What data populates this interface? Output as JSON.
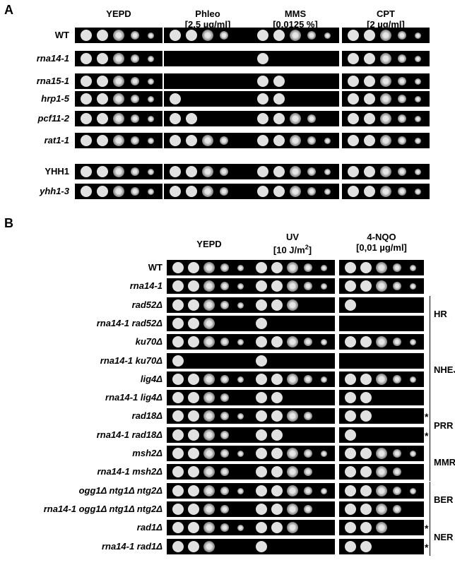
{
  "panel_a": {
    "letter": "A",
    "headers": [
      {
        "line1": "YEPD",
        "line2": ""
      },
      {
        "line1": "Phleo",
        "line2": "[2,5 µg/ml]"
      },
      {
        "line1": "MMS",
        "line2": "[0,0125 %]"
      },
      {
        "line1": "CPT",
        "line2": "[2 µg/ml]"
      }
    ],
    "strains": [
      {
        "label": "WT",
        "italic": false,
        "growth": [
          5,
          4,
          5,
          5
        ]
      },
      {
        "label": "rna14-1",
        "italic": true,
        "growth": [
          5,
          0,
          1,
          5
        ]
      },
      {
        "label": "rna15-1",
        "italic": true,
        "growth": [
          5,
          0,
          2,
          5
        ]
      },
      {
        "label": "hrp1-5",
        "italic": true,
        "growth": [
          5,
          1,
          2,
          5
        ]
      },
      {
        "label": "pcf11-2",
        "italic": true,
        "growth": [
          5,
          2,
          4,
          5
        ]
      },
      {
        "label": "rat1-1",
        "italic": true,
        "growth": [
          5,
          4,
          5,
          5
        ]
      },
      {
        "label": "YHH1",
        "italic": false,
        "growth": [
          5,
          4,
          5,
          5
        ]
      },
      {
        "label": "yhh1-3",
        "italic": true,
        "growth": [
          5,
          4,
          5,
          5
        ]
      }
    ]
  },
  "panel_b": {
    "letter": "B",
    "headers": [
      {
        "line1": "YEPD",
        "line2": ""
      },
      {
        "line1": "UV",
        "line2": "[10 J/m",
        "sup": "2",
        "line2_end": "]"
      },
      {
        "line1": "4-NQO",
        "line2": "[0,01 µg/ml]"
      }
    ],
    "strains": [
      {
        "label": "WT",
        "italic": false,
        "growth": [
          5,
          5,
          5
        ]
      },
      {
        "label": "rna14-1",
        "italic": true,
        "growth": [
          5,
          5,
          5
        ]
      },
      {
        "label": "rad52Δ",
        "italic": true,
        "growth": [
          5,
          3,
          1
        ]
      },
      {
        "label": "rna14-1 rad52Δ",
        "italic": true,
        "growth": [
          3,
          1,
          0
        ]
      },
      {
        "label": "ku70Δ",
        "italic": true,
        "growth": [
          5,
          5,
          5
        ]
      },
      {
        "label": "rna14-1 ku70Δ",
        "italic": true,
        "growth": [
          1,
          1,
          0
        ]
      },
      {
        "label": "lig4Δ",
        "italic": true,
        "growth": [
          5,
          5,
          5
        ]
      },
      {
        "label": "rna14-1 lig4Δ",
        "italic": true,
        "growth": [
          4,
          2,
          2
        ]
      },
      {
        "label": "rad18Δ",
        "italic": true,
        "growth": [
          5,
          4,
          2
        ]
      },
      {
        "label": "rna14-1 rad18Δ",
        "italic": true,
        "growth": [
          4,
          2,
          1
        ]
      },
      {
        "label": "msh2Δ",
        "italic": true,
        "growth": [
          5,
          5,
          5
        ]
      },
      {
        "label": "rna14-1 msh2Δ",
        "italic": true,
        "growth": [
          4,
          4,
          4
        ]
      },
      {
        "label": "ogg1Δ ntg1Δ ntg2Δ",
        "italic": true,
        "growth": [
          5,
          5,
          5
        ]
      },
      {
        "label": "rna14-1 ogg1Δ ntg1Δ ntg2Δ",
        "italic": true,
        "growth": [
          4,
          4,
          4
        ]
      },
      {
        "label": "rad1Δ",
        "italic": true,
        "growth": [
          5,
          3,
          3
        ]
      },
      {
        "label": "rna14-1 rad1Δ",
        "italic": true,
        "growth": [
          3,
          1,
          2
        ]
      }
    ],
    "groups": [
      "HR",
      "NHEJ",
      "PRR",
      "MMR",
      "BER",
      "NER"
    ],
    "star": "*"
  }
}
